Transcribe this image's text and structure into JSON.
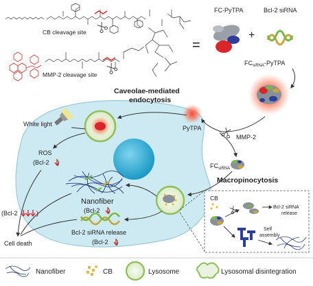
{
  "labels": {
    "cb_cleavage_site": "CB cleavage site",
    "mmp2_cleavage_site": "MMP-2 cleavage site",
    "equals": "=",
    "plus": "+",
    "fc_pytpa": "FC-PyTPA",
    "bcl2_sirna": "Bcl-2 siRNA",
    "fc_sirna_pytpa": "FC",
    "fc_sirna_pytpa_sub": "siRNA",
    "fc_sirna_pytpa_suffix": "-PyTPA",
    "caveolae_line1": "Caveolae-mediated",
    "caveolae_line2": "endocytosis",
    "pytpa": "PyTPA",
    "mmp2": "MMP-2",
    "fc_sirna": "FC",
    "fc_sirna_sub": "siRNA",
    "macropinocytosis": "Macropinocytosis",
    "white_light": "White light",
    "ros": "ROS",
    "bcl2_down_1": "(Bcl-2",
    "nanofiber_center": "Nanofiber",
    "bcl2_down_2": "(Bcl-2",
    "bcl2_left": "(Bcl-2",
    "sirna_release": "Bcl-2 siRNA release",
    "bcl2_down_3": "(Bcl-2",
    "cell_death": "Cell death",
    "inset_cb": "CB",
    "inset_release_line1": "Bcl-2 siRNA",
    "inset_release_line2": "release",
    "inset_self_line1": "Self",
    "inset_self_line2": "assembly",
    "close_paren": ")"
  },
  "legend": {
    "nanofiber": "Nanofiber",
    "cb": "CB",
    "lysosome": "Lysosome",
    "disintegration": "Lysosomal disintegration"
  },
  "colors": {
    "cell_fill": "#cdeaf3",
    "nucleus": "#3ab4d8",
    "lysosome_ring": "#8fbf5a",
    "glow": "#ff4a3a",
    "arrow_red": "#d92b2b",
    "fiber": "#2a3a7a",
    "cb_dot": "#e0c040",
    "sirna_green": "#7ab648",
    "sirna_gold": "#c9a63a"
  }
}
